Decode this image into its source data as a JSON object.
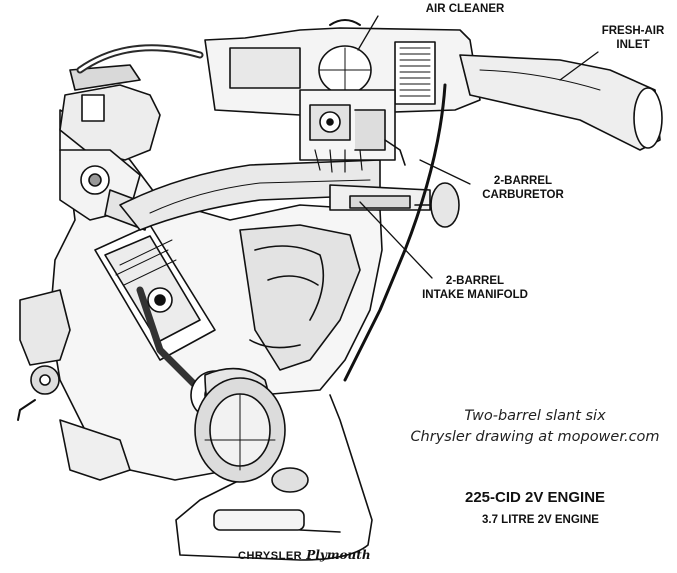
{
  "labels": {
    "air_cleaner": "AIR CLEANER",
    "fresh_air_inlet_line1": "FRESH-AIR",
    "fresh_air_inlet_line2": "INLET",
    "carburetor_line1": "2-BARREL",
    "carburetor_line2": "CARBURETOR",
    "manifold_line1": "2-BARREL",
    "manifold_line2": "INTAKE MANIFOLD"
  },
  "caption": {
    "line1": "Two-barrel slant six",
    "line2": "Chrysler drawing at mopower.com"
  },
  "engine": {
    "title": "225-CID 2V ENGINE",
    "subtitle": "3.7 LITRE 2V ENGINE"
  },
  "brand": {
    "chrysler": "CHRYSLER",
    "plymouth": "Plymouth"
  }
}
